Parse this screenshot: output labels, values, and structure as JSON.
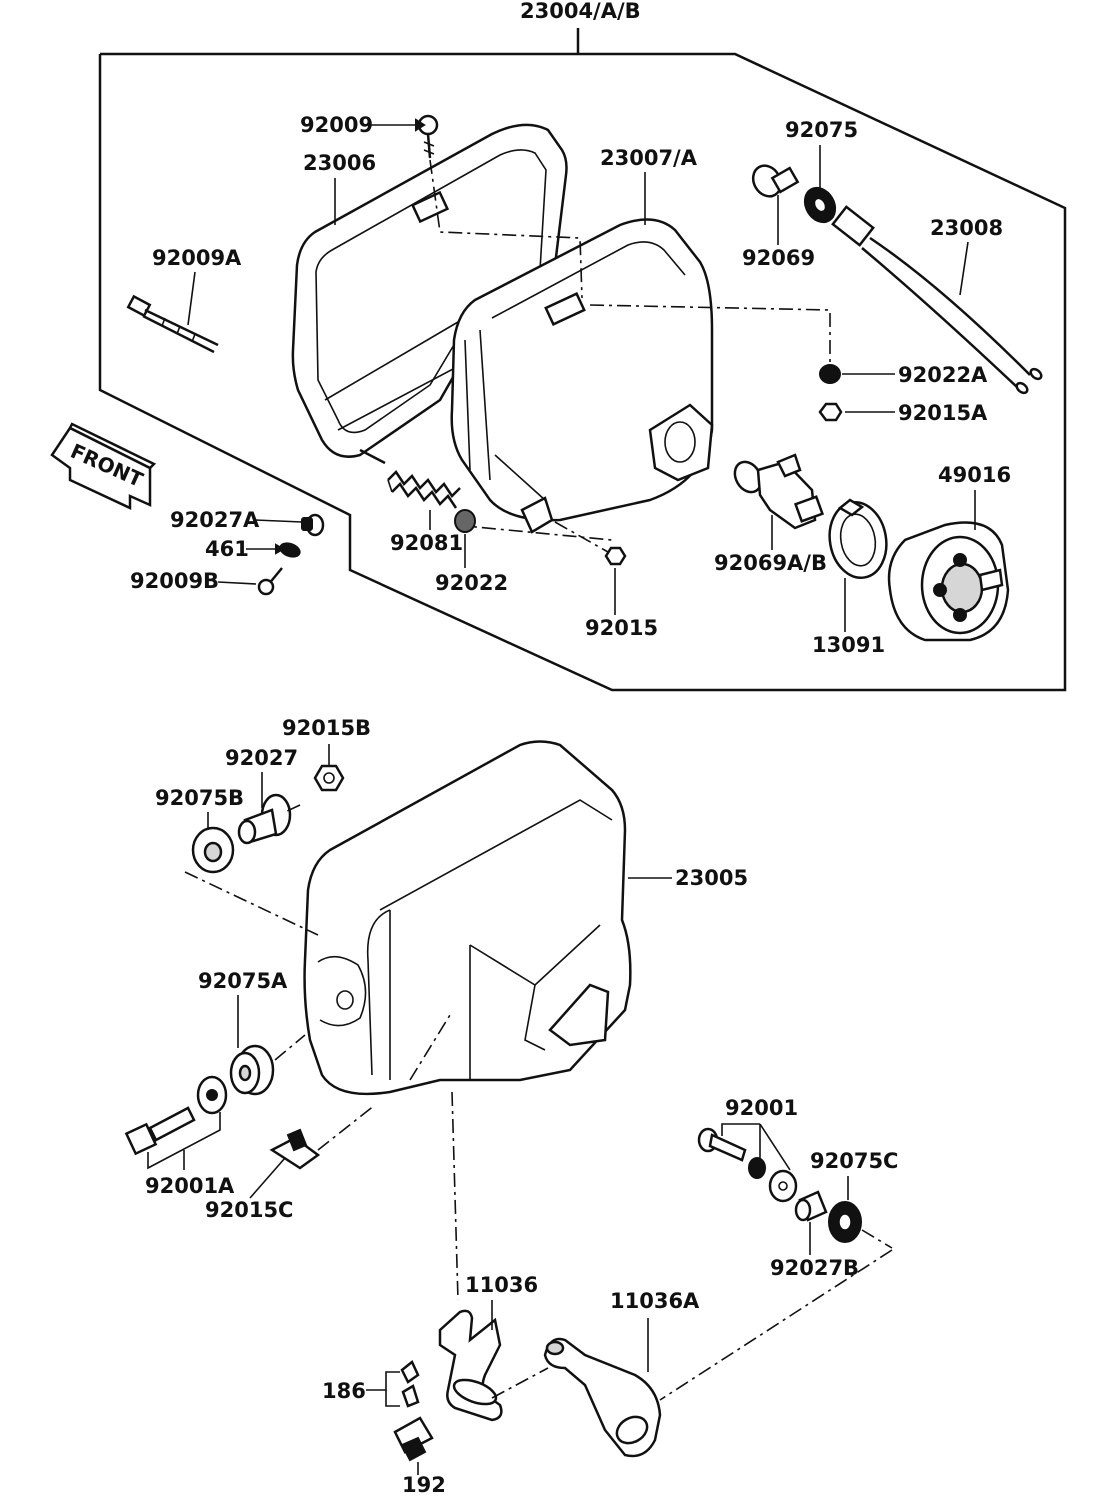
{
  "diagram": {
    "front_arrow": "FRONT",
    "labels": {
      "l23004AB": "23004/A/B",
      "l92009": "92009",
      "l23006": "23006",
      "l23007A": "23007/A",
      "l92075": "92075",
      "l23008": "23008",
      "l92069": "92069",
      "l92009A": "92009A",
      "l92022A": "92022A",
      "l92015A": "92015A",
      "l49016": "49016",
      "l92027A": "92027A",
      "l461": "461",
      "l92009B": "92009B",
      "l92081": "92081",
      "l92022": "92022",
      "l92069AB": "92069A/B",
      "l92015": "92015",
      "l13091": "13091",
      "l92015B": "92015B",
      "l92027": "92027",
      "l92075B": "92075B",
      "l23005": "23005",
      "l92075A": "92075A",
      "l92001A": "92001A",
      "l92015C": "92015C",
      "l92001": "92001",
      "l92075C": "92075C",
      "l92027B": "92027B",
      "l11036": "11036",
      "l11036A": "11036A",
      "l186": "186",
      "l192": "192"
    }
  }
}
